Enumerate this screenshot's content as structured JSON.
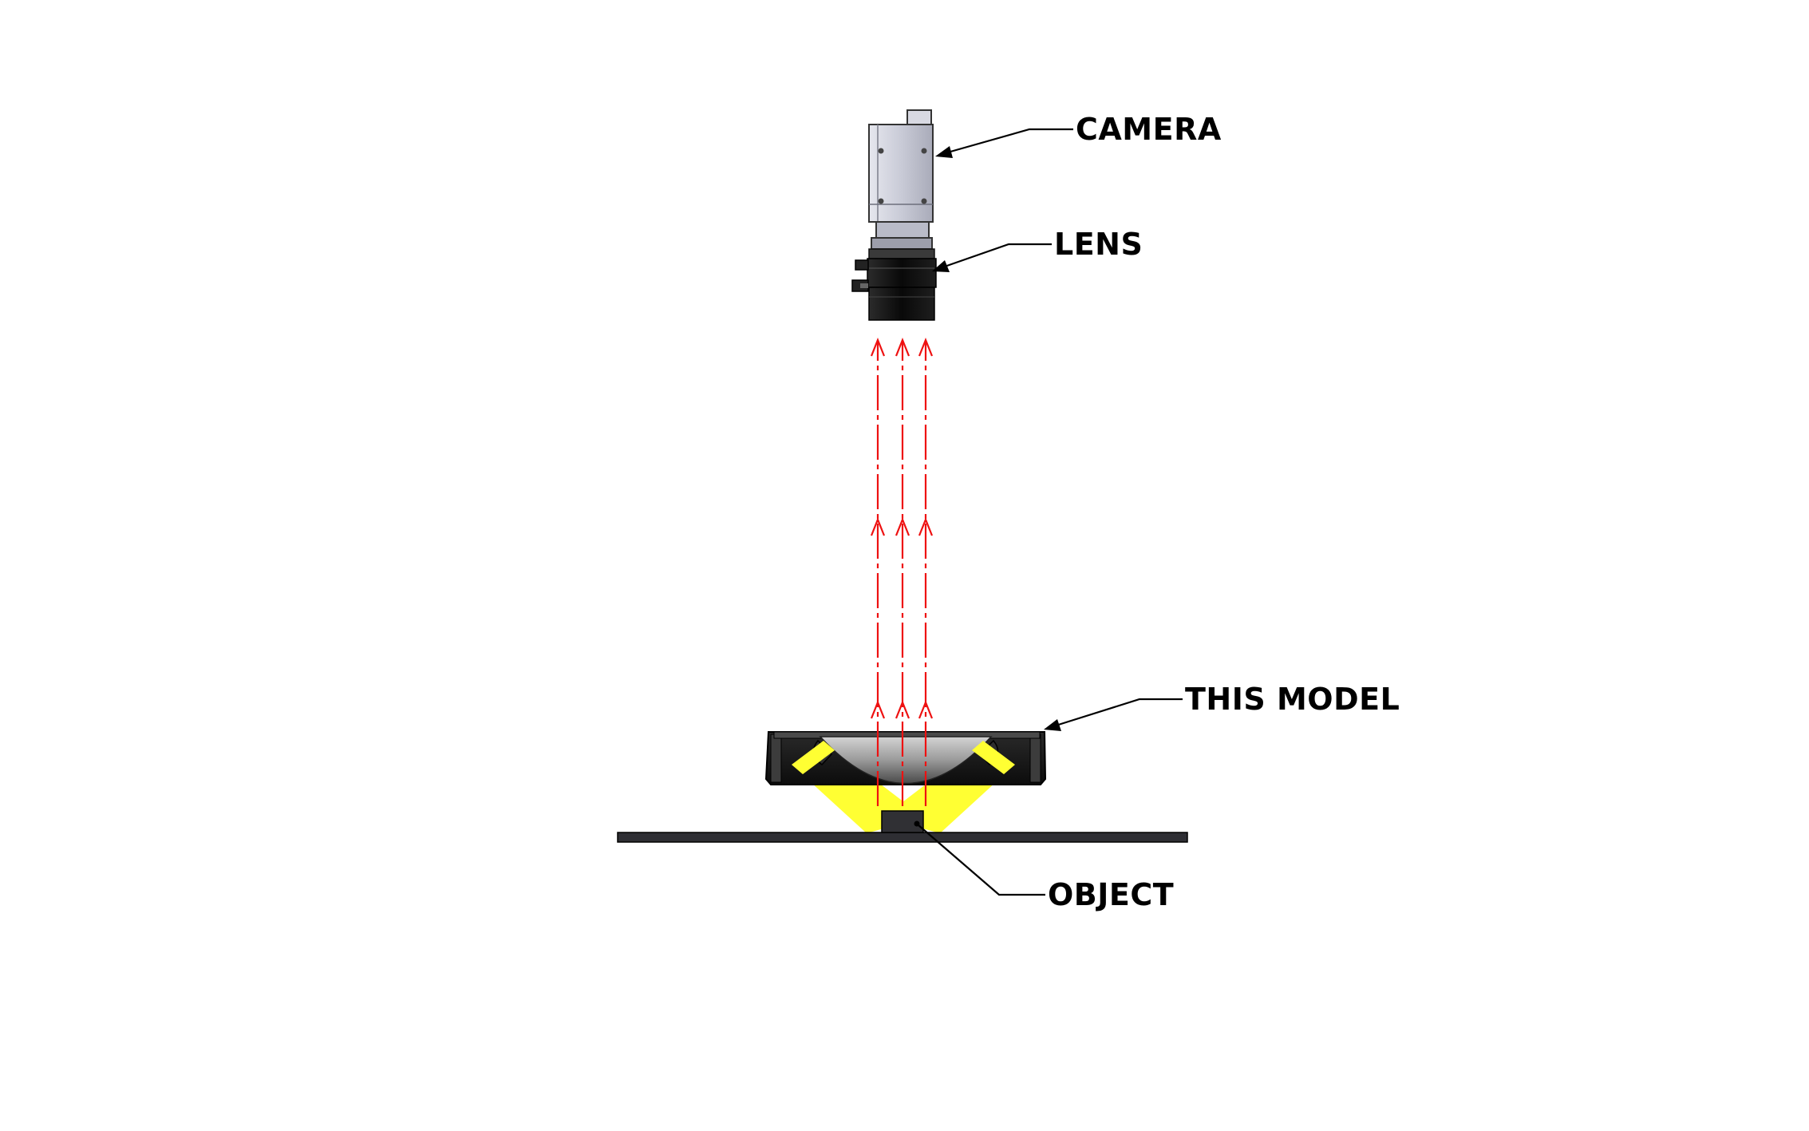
{
  "labels": {
    "camera": "CAMERA",
    "lens": "LENS",
    "this_model": "THIS MODEL",
    "object": "OBJECT"
  },
  "colors": {
    "background": "#ffffff",
    "camera_body": "#c8cad6",
    "lens_body": "#111111",
    "light_beam": "#ffff33",
    "ray": "#ee1111",
    "leader_line": "#000000",
    "stage": "#2a2a2e"
  },
  "icons": {
    "camera": "camera-icon",
    "lens": "lens-icon",
    "light": "ring-light-icon",
    "object": "object-block-icon"
  }
}
